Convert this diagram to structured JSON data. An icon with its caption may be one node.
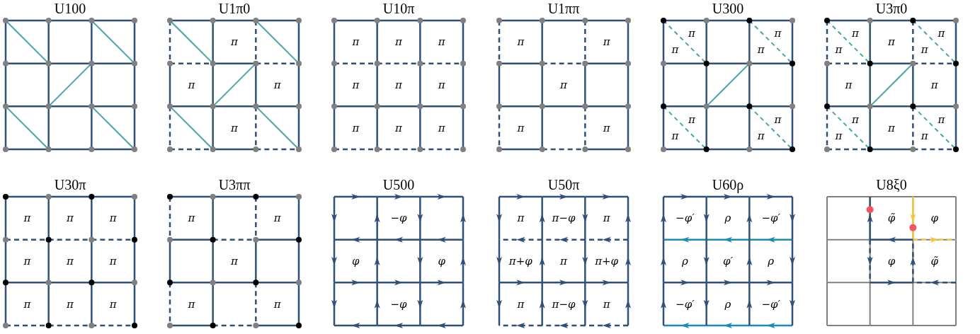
{
  "diagram": {
    "nodes": [
      {
        "text": [
          "U100"
        ]
      },
      {
        "text": [
          "U1π0",
          "π",
          "π",
          "π",
          "π"
        ]
      },
      {
        "text": [
          "U10π",
          "π",
          "π",
          "π",
          "π",
          "π",
          "π",
          "π",
          "π",
          "π"
        ]
      },
      {
        "text": [
          "U1ππ",
          "π",
          "π",
          "π",
          "π",
          "π"
        ]
      },
      {
        "text": [
          "U300",
          "π",
          "π",
          "π",
          "π",
          "π",
          "π",
          "π",
          "π"
        ]
      },
      {
        "text": [
          "U3π0",
          "π",
          "π",
          "π",
          "π",
          "π",
          "π",
          "π",
          "π",
          "π",
          "π",
          "π",
          "π"
        ]
      },
      {
        "text": [
          "U30π",
          "π",
          "π",
          "π",
          "π",
          "π",
          "π",
          "π",
          "π",
          "π"
        ]
      },
      {
        "text": [
          "U3ππ",
          "π",
          "π",
          "π",
          "π",
          "π"
        ]
      },
      {
        "text": [
          "U500",
          "−φ",
          "φ",
          "φ",
          "−φ"
        ]
      },
      {
        "text": [
          "U50π",
          "π",
          "π−φ",
          "π",
          "π+φ",
          "π",
          "π+φ",
          "π",
          "π−φ",
          "π"
        ]
      },
      {
        "text": [
          "U60ρ",
          "−φ′",
          "ρ",
          "−φ′",
          "ρ",
          "φ′",
          "ρ",
          "−φ′",
          "ρ",
          "−φ′"
        ]
      },
      {
        "text": [
          "U8ξ0",
          "φ̃",
          "φ",
          "φ",
          "φ̃"
        ]
      }
    ]
  }
}
